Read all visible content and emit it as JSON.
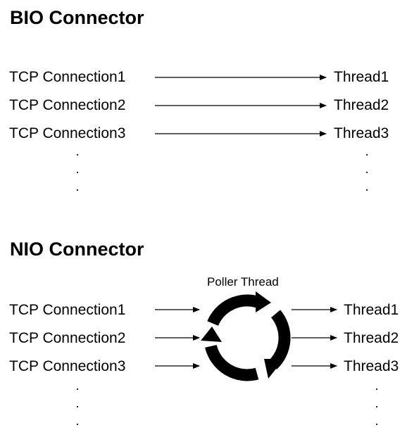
{
  "bio": {
    "title": "BIO Connector",
    "connections": [
      "TCP Connection1",
      "TCP Connection2",
      "TCP Connection3"
    ],
    "threads": [
      "Thread1",
      "Thread2",
      "Thread3"
    ],
    "ellipsis": ".\n.\n."
  },
  "nio": {
    "title": "NIO Connector",
    "poller_label": "Poller Thread",
    "connections": [
      "TCP Connection1",
      "TCP Connection2",
      "TCP Connection3"
    ],
    "threads": [
      "Thread1",
      "Thread2",
      "Thread3"
    ],
    "ellipsis": ".\n.\n.",
    "poller_icon": "cycle-arrows-icon"
  }
}
